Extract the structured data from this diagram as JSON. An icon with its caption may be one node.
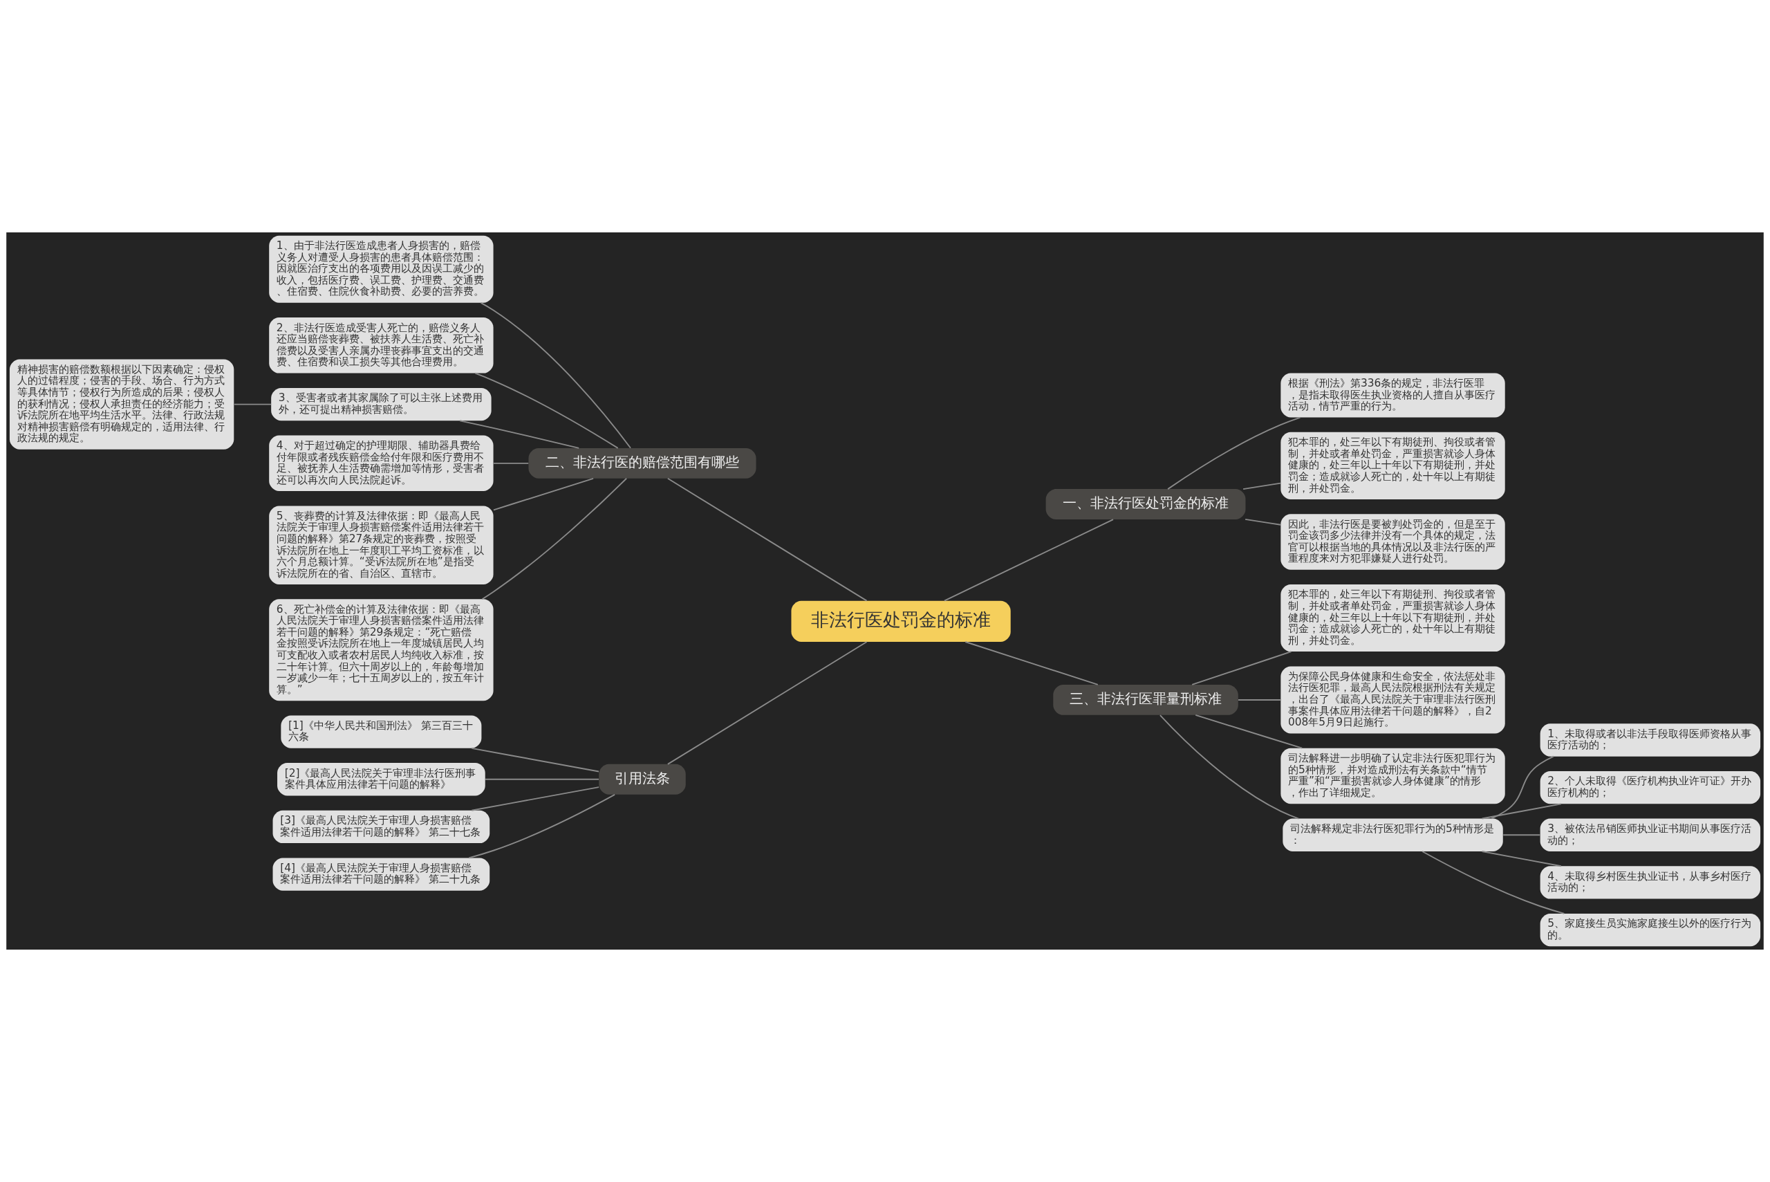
{
  "diagram": {
    "nodes": [
      {
        "text": [
          "非法行医处罚金的标准"
        ]
      },
      {
        "text": [
          "二、非法行医的赔偿范围有哪些"
        ]
      },
      {
        "text": [
          "1、由于非法行医造成患者人身损害的，赔偿义务人对遭受人身损害的患者具体赔偿范围：因就医治疗支出的各项费用以及因误工减少的收入，包括医疗费、误工费、护理费、交通费、住宿费、住院伙食补助费、必要的营养费。"
        ]
      },
      {
        "text": [
          "2、非法行医造成受害人死亡的，赔偿义务人还应当赔偿丧葬费、被扶养人生活费、死亡补偿费以及受害人亲属办理丧葬事宜支出的交通费、住宿费和误工损失等其他合理费用。"
        ]
      },
      {
        "text": [
          "3、受害者或者其家属除了可以主张上述费用外，还可提出精神损害赔偿。"
        ]
      },
      {
        "text": [
          "精神损害的赔偿数额根据以下因素确定：侵权人的过错程度；侵害的手段、场合、行为方式等具体情节；侵权行为所造成的后果；侵权人的获利情况；侵权人承担责任的经济能力；受诉法院所在地平均生活水平。法律、行政法规对精神损害赔偿有明确规定的，适用法律、行政法规的规定。"
        ]
      },
      {
        "text": [
          "4、对于超过确定的护理期限、辅助器具费给付年限或者残疾赔偿金给付年限和医疗费用不足、被抚养人生活费确需增加等情形，受害者还可以再次向人民法院起诉。"
        ]
      },
      {
        "text": [
          "5、丧葬费的计算及法律依据：即《最高人民法院关于审理人身损害赔偿案件适用法律若干问题的解释》第27条规定的丧葬费，按照受诉法院所在地上一年度职工平均工资标准，以六个月总额计算。“受诉法院所在地”是指受诉法院所在的省、自治区、直辖市。"
        ]
      },
      {
        "text": [
          "6、死亡补偿金的计算及法律依据：即《最高人民法院关于审理人身损害赔偿案件适用法律若干问题的解释》第29条规定：“死亡赔偿金按照受诉法院所在地上一年度城镇居民人均可支配收入或者农村居民人均纯收入标准，按二十年计算。但六十周岁以上的，年龄每增加一岁减少一年；七十五周岁以上的，按五年计算。”"
        ]
      },
      {
        "text": [
          "引用法条"
        ]
      },
      {
        "text": [
          "[1]《中华人民共和国刑法》 第三百三十六条"
        ]
      },
      {
        "text": [
          "[2]《最高人民法院关于审理非法行医刑事案件具体应用法律若干问题的解释》"
        ]
      },
      {
        "text": [
          "[3]《最高人民法院关于审理人身损害赔偿案件适用法律若干问题的解释》 第二十七条"
        ]
      },
      {
        "text": [
          "[4]《最高人民法院关于审理人身损害赔偿案件适用法律若干问题的解释》 第二十九条"
        ]
      },
      {
        "text": [
          "一、非法行医处罚金的标准"
        ]
      },
      {
        "text": [
          "根据《刑法》第336条的规定，非法行医罪，是指未取得医生执业资格的人擅自从事医疗活动，情节严重的行为。"
        ]
      },
      {
        "text": [
          "犯本罪的，处三年以下有期徒刑、拘役或者管制，并处或者单处罚金，严重损害就诊人身体健康的，处三年以上十年以下有期徒刑，并处罚金；造成就诊人死亡的，处十年以上有期徒刑，并处罚金。"
        ]
      },
      {
        "text": [
          "因此，非法行医是要被判处罚金的，但是至于罚金该罚多少法律并没有一个具体的规定，法官可以根据当地的具体情况以及非法行医的严重程度来对方犯罪嫌疑人进行处罚。"
        ]
      },
      {
        "text": [
          "三、非法行医罪量刑标准"
        ]
      },
      {
        "text": [
          "犯本罪的，处三年以下有期徒刑、拘役或者管制，并处或者单处罚金，严重损害就诊人身体健康的，处三年以上十年以下有期徒刑，并处罚金；造成就诊人死亡的，处十年以上有期徒刑，并处罚金。"
        ]
      },
      {
        "text": [
          "为保障公民身体健康和生命安全，依法惩处非法行医犯罪，最高人民法院根据刑法有关规定，出台了《最高人民法院关于审理非法行医刑事案件具体应用法律若干问题的解释》，自2008年5月9日起施行。"
        ]
      },
      {
        "text": [
          "司法解释进一步明确了认定非法行医犯罪行为的5种情形，并对造成刑法有关条款中“情节严重”和“严重损害就诊人身体健康”的情形，作出了详细规定。"
        ]
      },
      {
        "text": [
          "司法解释规定非法行医犯罪行为的5种情形是："
        ]
      },
      {
        "text": [
          "1、未取得或者以非法手段取得医师资格从事医疗活动的；"
        ]
      },
      {
        "text": [
          "2、个人未取得《医疗机构执业许可证》开办医疗机构的；"
        ]
      },
      {
        "text": [
          "3、被依法吊销医师执业证书期间从事医疗活动的；"
        ]
      },
      {
        "text": [
          "4、未取得乡村医生执业证书，从事乡村医疗活动的；"
        ]
      },
      {
        "text": [
          "5、家庭接生员实施家庭接生以外的医疗行为的。"
        ]
      }
    ],
    "edges": [
      {
        "from": 0,
        "to": 1,
        "arrow": "none"
      },
      {
        "from": 1,
        "to": 2,
        "arrow": "none"
      },
      {
        "from": 1,
        "to": 3,
        "arrow": "none"
      },
      {
        "from": 1,
        "to": 4,
        "arrow": "none"
      },
      {
        "from": 4,
        "to": 5,
        "arrow": "none"
      },
      {
        "from": 1,
        "to": 6,
        "arrow": "none"
      },
      {
        "from": 1,
        "to": 7,
        "arrow": "none"
      },
      {
        "from": 1,
        "to": 8,
        "arrow": "none"
      },
      {
        "from": 0,
        "to": 9,
        "arrow": "none"
      },
      {
        "from": 9,
        "to": 10,
        "arrow": "none"
      },
      {
        "from": 9,
        "to": 11,
        "arrow": "none"
      },
      {
        "from": 9,
        "to": 12,
        "arrow": "none"
      },
      {
        "from": 9,
        "to": 13,
        "arrow": "none"
      },
      {
        "from": 0,
        "to": 14,
        "arrow": "none"
      },
      {
        "from": 14,
        "to": 15,
        "arrow": "none"
      },
      {
        "from": 14,
        "to": 16,
        "arrow": "none"
      },
      {
        "from": 14,
        "to": 17,
        "arrow": "none"
      },
      {
        "from": 0,
        "to": 18,
        "arrow": "none"
      },
      {
        "from": 18,
        "to": 19,
        "arrow": "none"
      },
      {
        "from": 18,
        "to": 20,
        "arrow": "none"
      },
      {
        "from": 18,
        "to": 21,
        "arrow": "none"
      },
      {
        "from": 18,
        "to": 22,
        "arrow": "none"
      },
      {
        "from": 22,
        "to": 23,
        "arrow": "none"
      },
      {
        "from": 22,
        "to": 24,
        "arrow": "none"
      },
      {
        "from": 22,
        "to": 25,
        "arrow": "none"
      },
      {
        "from": 22,
        "to": 26,
        "arrow": "none"
      },
      {
        "from": 22,
        "to": 27,
        "arrow": "none"
      }
    ]
  }
}
